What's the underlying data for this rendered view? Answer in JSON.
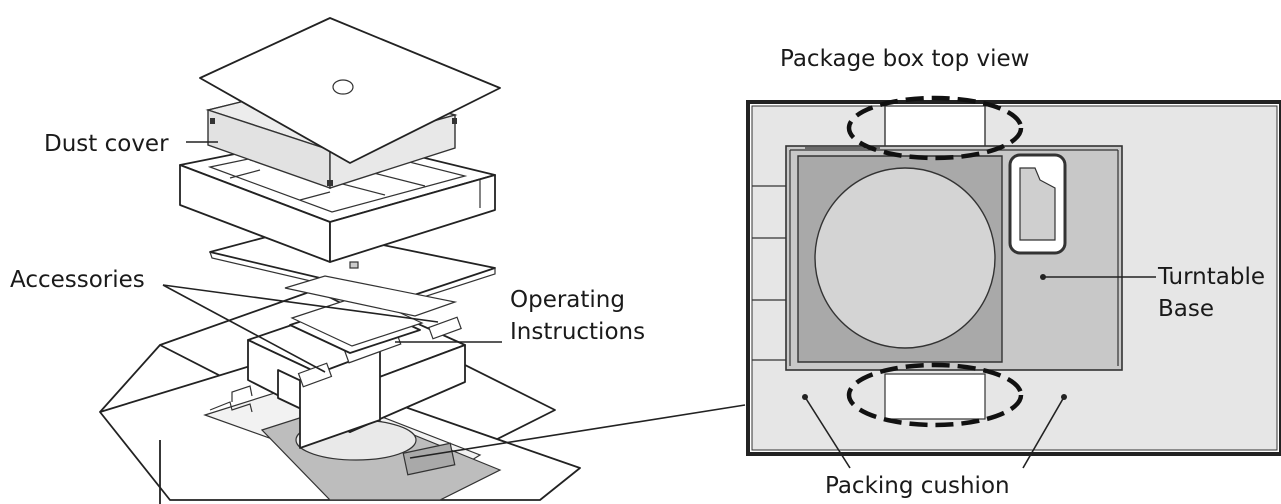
{
  "labels": {
    "dust_cover": "Dust cover",
    "accessories": "Accessories",
    "operating_instructions_line1": "Operating",
    "operating_instructions_line2": "Instructions",
    "package_box_top_view": "Package box top view",
    "turntable_line1": "Turntable",
    "turntable_line2": "Base",
    "packing_cushion": "Packing cushion"
  },
  "colors": {
    "stroke": "#222222",
    "cushion_fill": "#e6e6e6",
    "turntable_fill": "#a9a9a9",
    "platter_fill": "#d4d4d4",
    "base_fill": "#c8c8c8",
    "highlight_dash": "#111111"
  }
}
